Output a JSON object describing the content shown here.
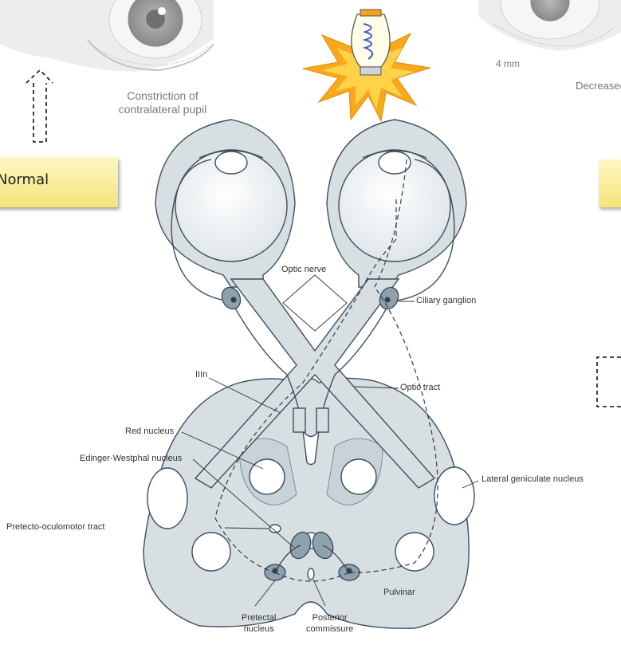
{
  "captions": {
    "contralateral_line1": "Constriction of",
    "contralateral_line2": "contralateral pupil",
    "pupil_size": "4 mm",
    "decreased": "Decreased"
  },
  "tag": {
    "normal": "Normal"
  },
  "labels": {
    "optic_nerve": "Optic nerve",
    "ciliary_ganglion": "Ciliary ganglion",
    "third_nerve": "IIIn",
    "optic_tract": "Optic tract",
    "red_nucleus": "Red nucleus",
    "edinger_westphal": "Edinger-Westphal nucleus",
    "lateral_geniculate": "Lateral geniculate nucleus",
    "pretecto_oculomotor": "Pretecto-oculomotor tract",
    "pulvinar": "Pulvinar",
    "pretectal_line1": "Pretectal",
    "pretectal_line2": "nucleus",
    "posterior_line1": "Posterior",
    "posterior_line2": "commissure"
  },
  "colors": {
    "tissue_fill": "#d7dfe3",
    "outline": "#3d4f5c",
    "highlight_box": "#f5e47a",
    "bulb_glow": "#f7a81b"
  },
  "icons": [
    "eye-icon",
    "light-bulb-icon",
    "up-arrow-icon"
  ]
}
